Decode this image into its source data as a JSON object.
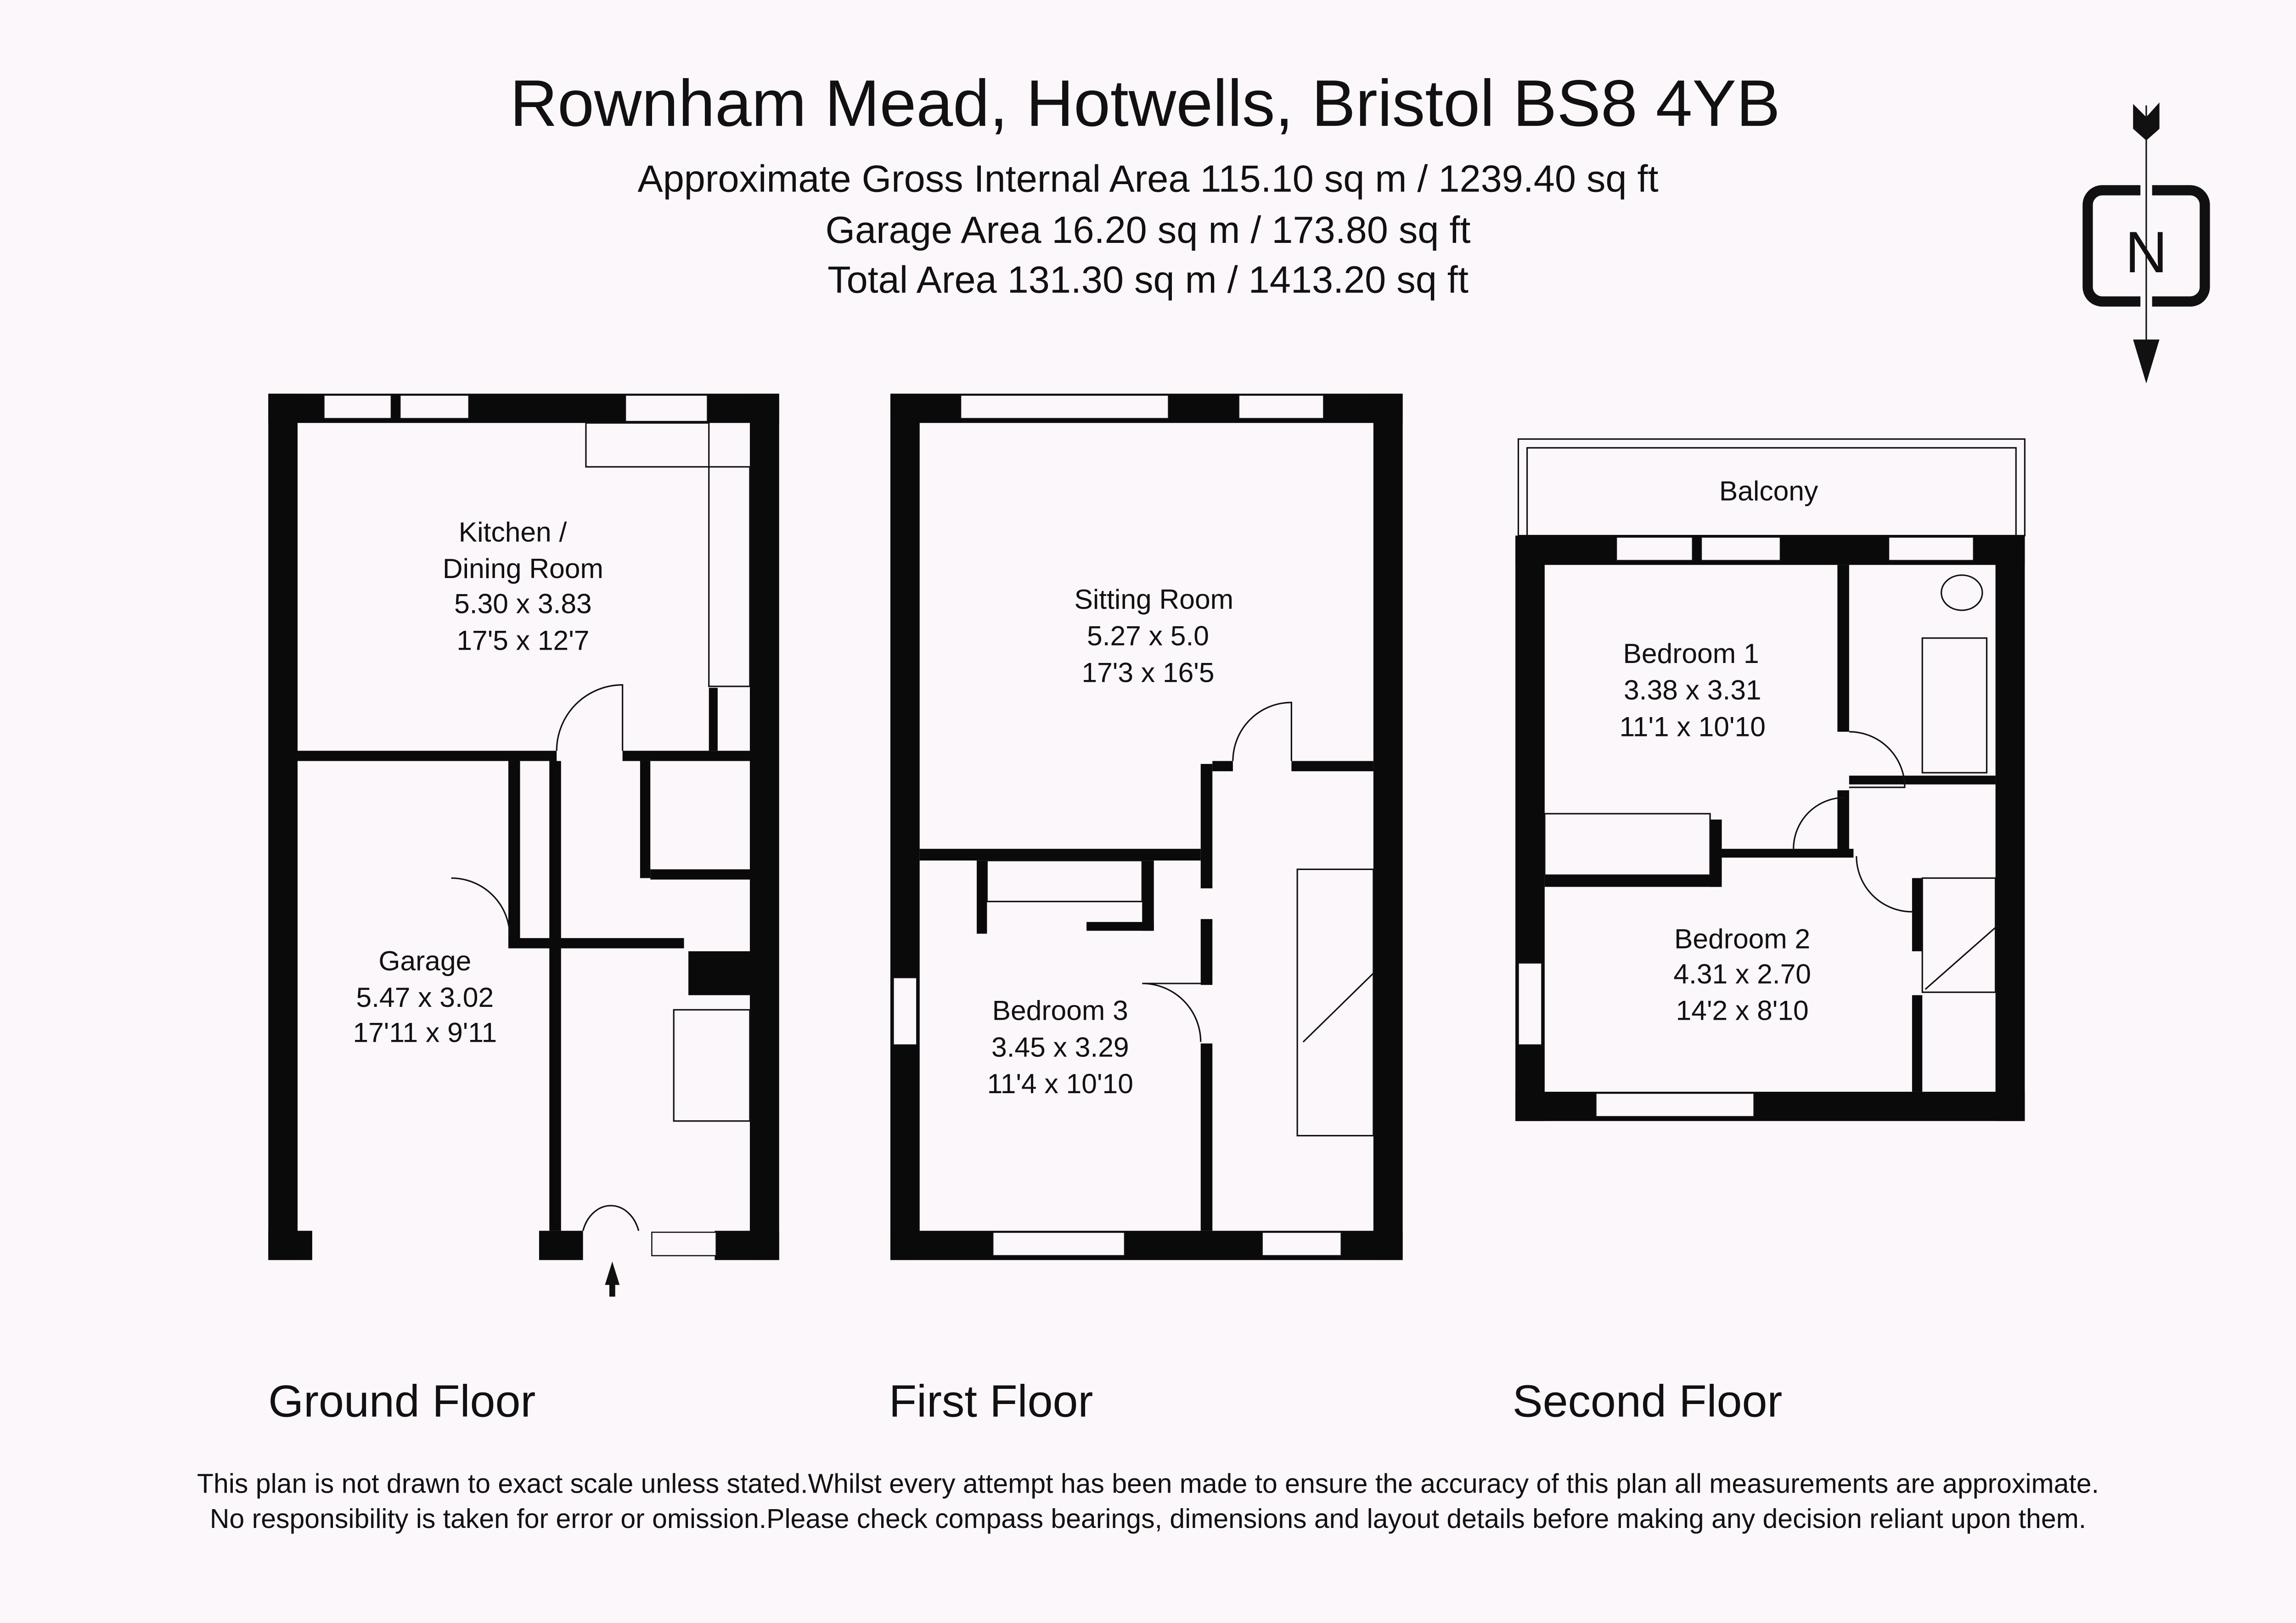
{
  "header": {
    "title": "Rownham Mead, Hotwells, Bristol  BS8 4YB",
    "area_lines": [
      "Approximate Gross Internal Area 115.10 sq m / 1239.40 sq ft",
      "Garage Area 16.20 sq m / 173.80 sq ft",
      "Total Area 131.30 sq m / 1413.20 sq ft"
    ]
  },
  "compass": {
    "letter": "N",
    "icon": "north-arrow-icon"
  },
  "floors": {
    "ground": {
      "label": "Ground Floor",
      "rooms": [
        {
          "name": "Kitchen /",
          "name2": "Dining Room",
          "metric": "5.30 x 3.83",
          "imperial": "17'5 x 12'7"
        },
        {
          "name": "Garage",
          "metric": "5.47 x 3.02",
          "imperial": "17'11 x 9'11"
        }
      ]
    },
    "first": {
      "label": "First Floor",
      "rooms": [
        {
          "name": "Sitting Room",
          "metric": "5.27 x 5.0",
          "imperial": "17'3 x 16'5"
        },
        {
          "name": "Bedroom 3",
          "metric": "3.45 x 3.29",
          "imperial": "11'4 x 10'10"
        }
      ]
    },
    "second": {
      "label": "Second Floor",
      "balcony": "Balcony",
      "rooms": [
        {
          "name": "Bedroom 1",
          "metric": "3.38 x 3.31",
          "imperial": "11'1 x 10'10"
        },
        {
          "name": "Bedroom 2",
          "metric": "4.31 x 2.70",
          "imperial": "14'2 x 8'10"
        }
      ]
    }
  },
  "disclaimer": [
    "This plan is not drawn to exact scale unless stated.Whilst every attempt has been made to ensure the accuracy of this plan all measurements are approximate.",
    "No responsibility is taken for error or omission.Please check compass bearings, dimensions and layout details before making any decision reliant upon them."
  ],
  "colors": {
    "background": "#fcf7fa",
    "walls": "#0a0a0a"
  }
}
